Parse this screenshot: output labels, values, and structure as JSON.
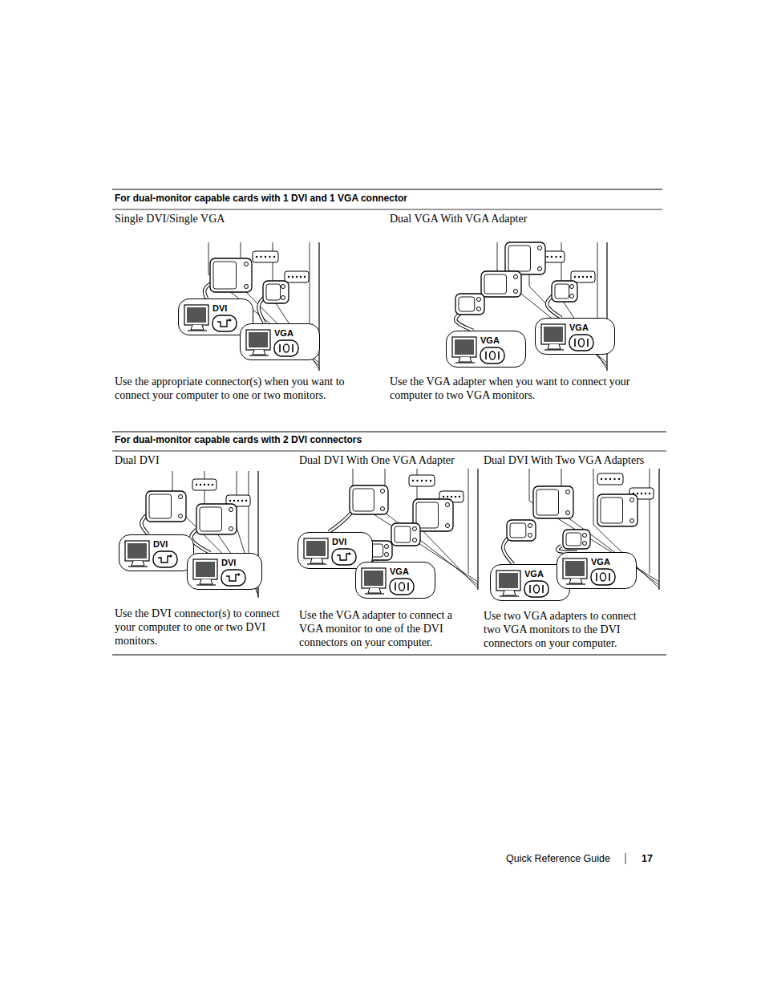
{
  "diagram": {
    "nodes": [
      {
        "text": [
          "DVI"
        ]
      },
      {
        "text": [
          "VGA"
        ]
      },
      {
        "text": [
          "VGA"
        ]
      },
      {
        "text": [
          "VGA"
        ]
      },
      {
        "text": [
          "DVI"
        ]
      },
      {
        "text": [
          "DVI"
        ]
      },
      {
        "text": [
          "DVI"
        ]
      },
      {
        "text": [
          "VGA"
        ]
      },
      {
        "text": [
          "VGA"
        ]
      },
      {
        "text": [
          "VGA"
        ]
      }
    ],
    "labels": [
      "For dual-monitor capable cards with 1 DVI and 1 VGA connector",
      "Single DVI/Single VGA",
      "Dual VGA With VGA Adapter",
      "Use the appropriate connector(s) when you want to connect your computer to one or two monitors.",
      "Use the VGA adapter when you want to connect your computer to two VGA monitors.",
      "For dual-monitor capable cards with 2 DVI connectors",
      "Dual DVI",
      "Dual DVI With One VGA Adapter",
      "Dual DVI With Two VGA Adapters",
      "Use the DVI connector(s) to connect your computer to one or two DVI monitors.",
      "Use the VGA adapter to connect a VGA monitor to one of the DVI connectors on your computer.",
      "Use two VGA adapters to connect two VGA monitors to the DVI connectors on your computer.",
      "Quick Reference Guide",
      "17"
    ]
  }
}
